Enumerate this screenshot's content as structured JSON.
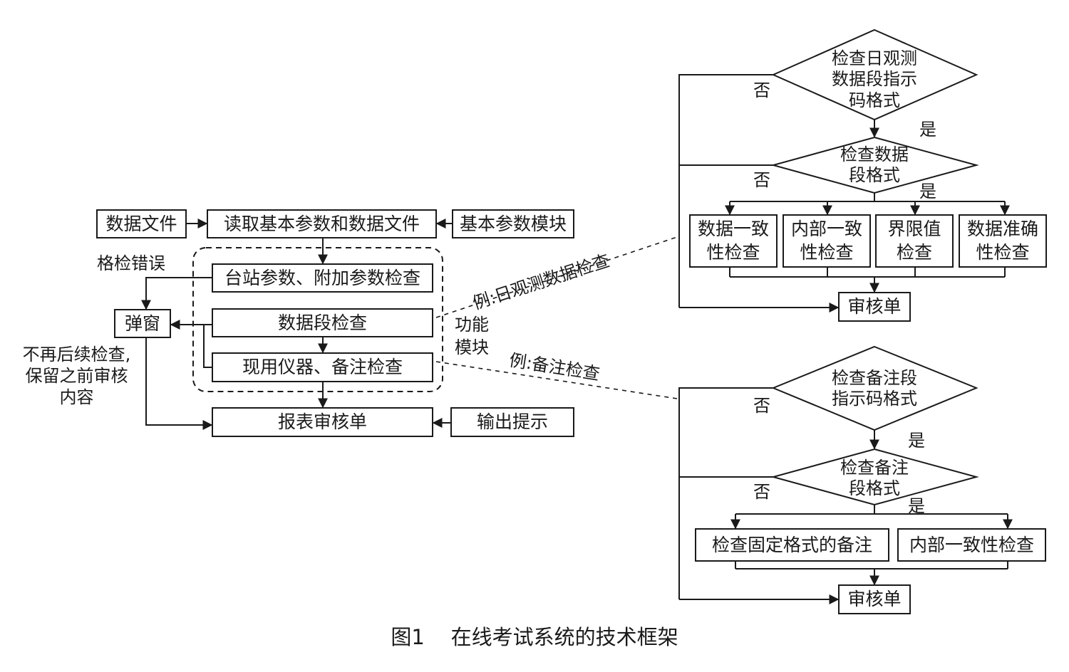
{
  "main_flow": {
    "data_file": "数据文件",
    "read_params": "读取基本参数和数据文件",
    "basic_module": "基本参数模块",
    "station_check": "台站参数、附加参数检查",
    "segment_check": "数据段检查",
    "instrument_check": "现用仪器、备注检查",
    "report": "报表审核单",
    "output_hint": "输出提示",
    "popup": "弹窗",
    "format_error": "格检错误",
    "popup_note": "不再后续检查,\n保留之前审核\n内容",
    "function_module": "功能\n模块",
    "example_daily": "例:日观测数据检查",
    "example_remark": "例:备注检查"
  },
  "daily_flow": {
    "diamond1": "检查日观测\n数据段指示\n码格式",
    "diamond2": "检查数据\n段格式",
    "no1": "否",
    "yes1": "是",
    "no2": "否",
    "yes2": "是",
    "check_consistency": "数据一致\n性检查",
    "check_internal": "内部一致\n性检查",
    "check_limit": "界限值\n检查",
    "check_accuracy": "数据准确\n性检查",
    "audit": "审核单"
  },
  "remark_flow": {
    "diamond1": "检查备注段\n指示码格式",
    "diamond2": "检查备注\n段格式",
    "no1": "否",
    "yes1": "是",
    "no2": "否",
    "yes2": "是",
    "check_fixed": "检查固定格式的备注",
    "check_internal": "内部一致性检查",
    "audit": "审核单"
  },
  "caption": "图1    在线考试系统的技术框架"
}
